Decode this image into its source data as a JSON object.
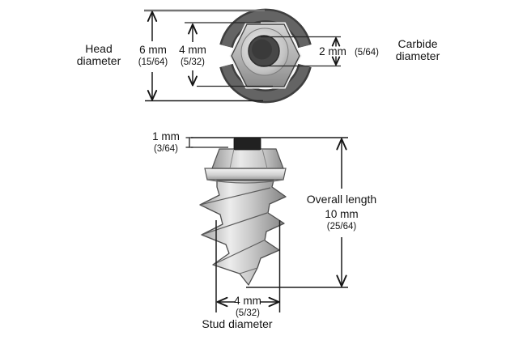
{
  "top_view": {
    "head_label_line1": "Head",
    "head_label_line2": "diameter",
    "head_diameter_value": "6 mm",
    "head_diameter_fraction": "(15/64)",
    "flange_diameter_value": "4 mm",
    "flange_diameter_fraction": "(5/32)",
    "carbide_diameter_value": "2 mm",
    "carbide_diameter_fraction": "(5/64)",
    "carbide_label_line1": "Carbide",
    "carbide_label_line2": "diameter"
  },
  "side_view": {
    "protrusion_value": "1 mm",
    "protrusion_fraction": "(3/64)",
    "overall_length_label": "Overall length",
    "overall_length_value": "10 mm",
    "overall_length_fraction": "(25/64)",
    "stud_diameter_value": "4 mm",
    "stud_diameter_fraction": "(5/32)",
    "stud_diameter_label": "Stud diameter"
  },
  "colors": {
    "background": "#ffffff",
    "dimension_line": "#1c1c1c",
    "metal_dark": "#585858",
    "carbide_pin": "#3f3f3f"
  }
}
